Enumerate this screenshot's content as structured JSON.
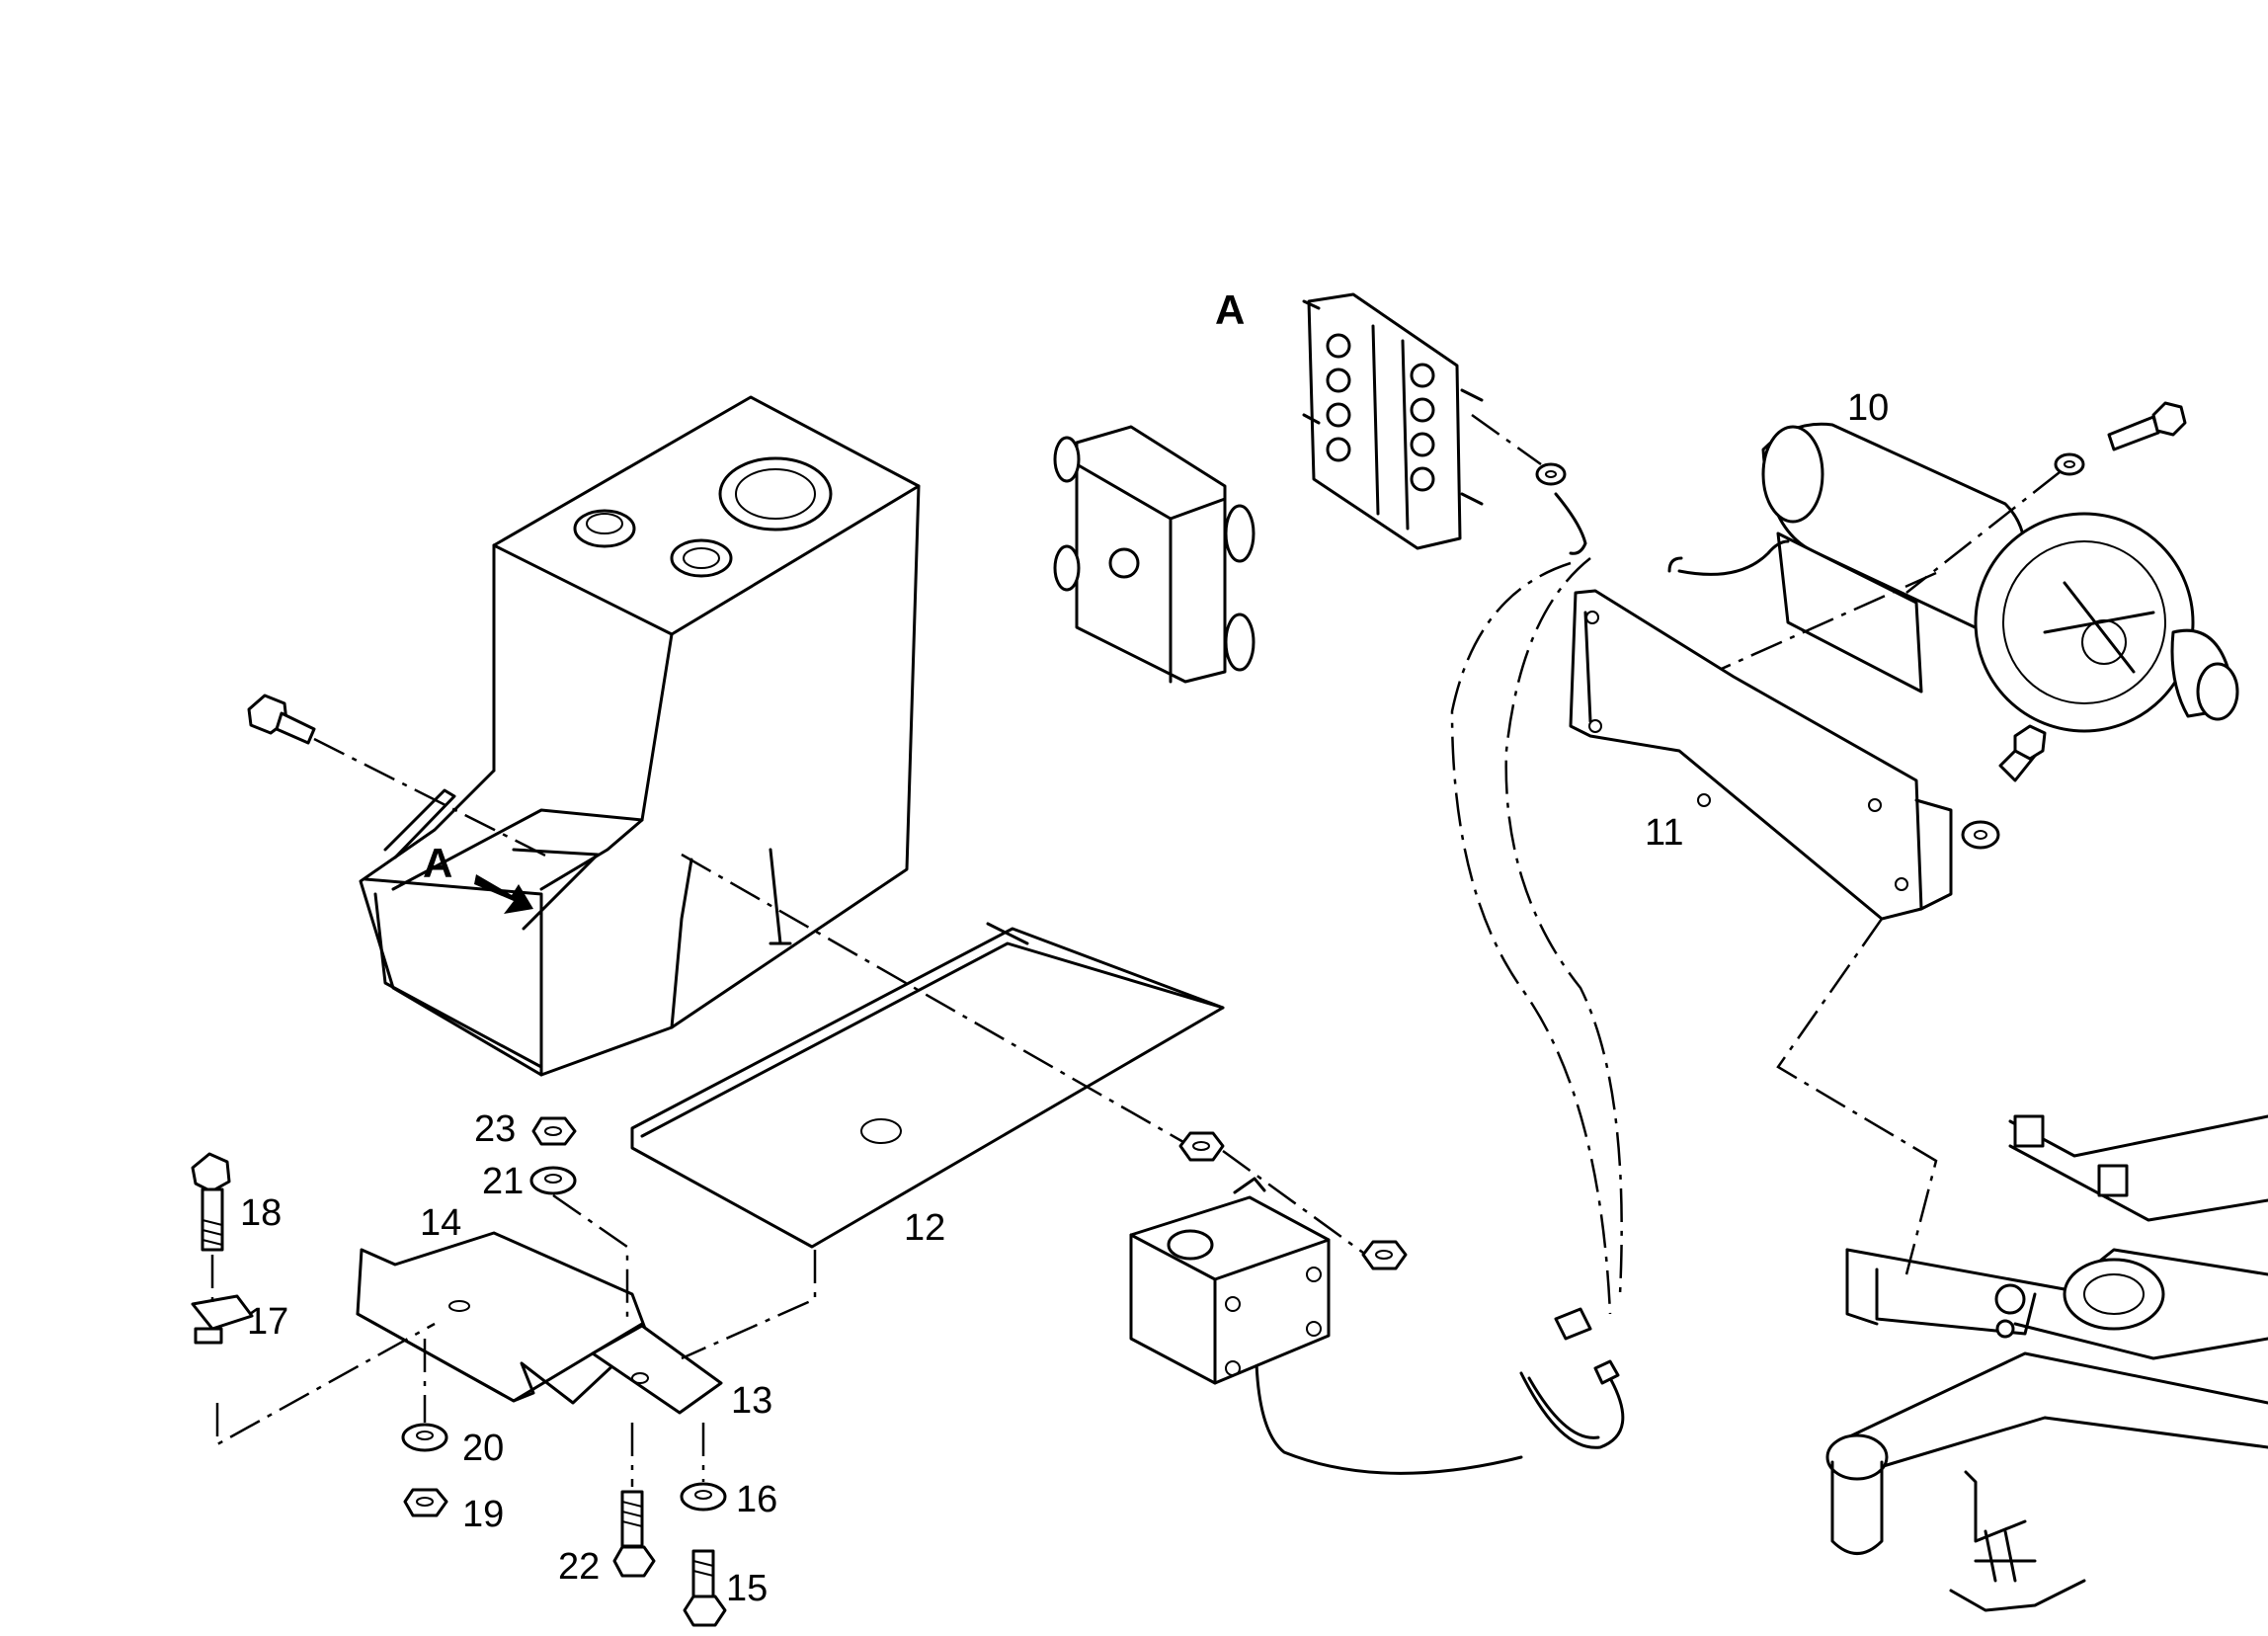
{
  "labels": {
    "view_a_top": "A",
    "view_a_tank": "A",
    "p10": "10",
    "p11": "11",
    "p12": "12",
    "p13": "13",
    "p14": "14",
    "p15": "15",
    "p16": "16",
    "p17": "17",
    "p18": "18",
    "p19": "19",
    "p20": "20",
    "p21": "21",
    "p22": "22",
    "p23": "23"
  }
}
